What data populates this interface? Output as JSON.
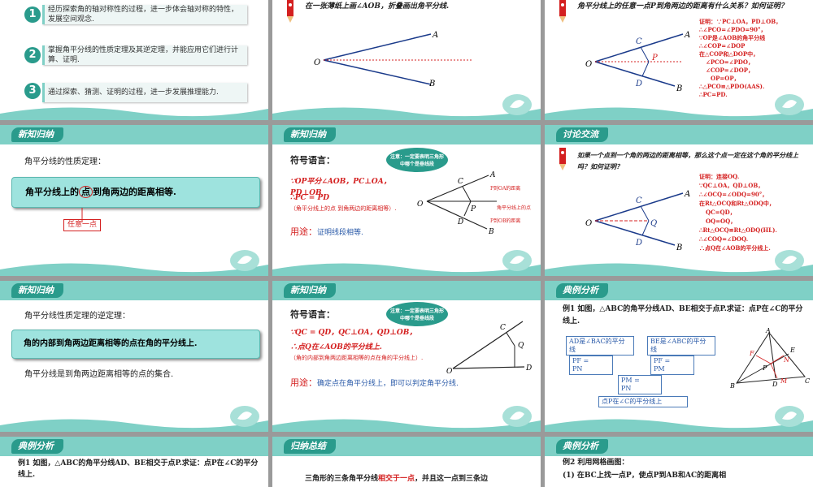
{
  "slides": {
    "s1": {
      "goals": [
        {
          "num": "1",
          "text": "经历探索角的轴对称性的过程，进一步体会轴对称的特性，发展空间观念."
        },
        {
          "num": "2",
          "text": "掌握角平分线的性质定理及其逆定理，并能应用它们进行计算、证明."
        },
        {
          "num": "3",
          "text": "通过探索、猜测、证明的过程，进一步发展推理能力."
        }
      ]
    },
    "s2": {
      "instruction": "在一张薄纸上画∠AOB，折叠画出角平分线.",
      "labels": {
        "O": "O",
        "A": "A",
        "B": "B"
      }
    },
    "s3": {
      "question": "角平分线上的任意一点P到角两边的距离有什么关系？如何证明？",
      "proof": [
        "证明：∵PC⊥OA，PD⊥OB，",
        "∴∠PCO=∠PDO=90°，",
        "∵OP是∠AOB的角平分线",
        "∴∠COP=∠DOP",
        "在△COP和△DOP中，",
        "∠PCO=∠PDO，",
        "∠COP=∠DOP，",
        "OP=OP，",
        "∴△PCO≌△PDO(AAS).",
        "∴PC=PD."
      ],
      "labels": {
        "O": "O",
        "A": "A",
        "B": "B",
        "C": "C",
        "D": "D",
        "P": "P"
      }
    },
    "s4": {
      "tag": "新知归纳",
      "heading": "角平分线的性质定理：",
      "theorem_parts": [
        "角平分线上的",
        "点",
        "到角两边的距离相等."
      ],
      "note": "任意一点"
    },
    "s5": {
      "tag": "新知归纳",
      "heading": "符号语言：",
      "note": "注意：一定要表明三角形中哪个是垂线段",
      "line1": "∵OP平分∠AOB，PC⊥OA，PD⊥OB",
      "line2": "∴PC = PD",
      "line3": "（角平分线上的点 到角两边的距离相等）.",
      "use_label": "用途：",
      "use_text": "证明线段相等.",
      "annot1": "P到OA的距离",
      "annot2": "角平分线上的点",
      "annot3": "P到OB的距离",
      "labels": {
        "O": "O",
        "A": "A",
        "B": "B",
        "C": "C",
        "D": "D",
        "P": "P"
      }
    },
    "s6": {
      "tag": "讨论交流",
      "question": "如果一个点到一个角的两边的距离相等，那么这个点一定在这个角的平分线上吗？如何证明？",
      "proof": [
        "证明：连接OQ.",
        "∵QC⊥OA，QD⊥OB，",
        "∴∠OCQ=∠ODQ=90°，",
        "在Rt△OCQ和Rt△ODQ中，",
        "QC=QD，",
        "OQ=OQ，",
        "∴Rt△OCQ≌Rt△ODQ(HL).",
        "∴∠COQ=∠DOQ.",
        "∴点Q在∠AOB的平分线上."
      ],
      "labels": {
        "O": "O",
        "A": "A",
        "B": "B",
        "C": "C",
        "D": "D",
        "Q": "Q"
      }
    },
    "s7": {
      "tag": "新知归纳",
      "heading": "角平分线性质定理的逆定理：",
      "theorem": "角的内部到角两边距离相等的点在角的平分线上.",
      "footer": "角平分线是到角两边距离相等的点的集合."
    },
    "s8": {
      "tag": "新知归纳",
      "heading": "符号语言：",
      "note": "注意：一定要表明三角形中哪个是垂线段",
      "line1": "∵QC = QD，QC⊥OA，QD⊥OB，",
      "line2": "∴点Q在∠AOB的平分线上.",
      "line3": "（角的内部到角两边距离相等的点在角的平分线上）.",
      "use_label": "用途：",
      "use_text": "确定点在角平分线上，即可以判定角平分线.",
      "labels": {
        "O": "O",
        "C": "C",
        "D": "D",
        "Q": "Q"
      }
    },
    "s9": {
      "tag": "典例分析",
      "problem": "例1 如图，△ABC的角平分线AD、BE相交于点P.求证：点P在∠C的平分线上.",
      "flow": [
        "AD是∠BAC的平分线",
        "BE是∠ABC的平分线",
        "PF =",
        "PN",
        "PF =",
        "PM",
        "PM =",
        "PN",
        "点P在∠C的平分线上"
      ],
      "labels": {
        "A": "A",
        "B": "B",
        "C": "C",
        "D": "D",
        "E": "E",
        "F": "F",
        "M": "M",
        "N": "N",
        "P": "P"
      }
    },
    "s10": {
      "tag": "典例分析",
      "problem": "例1 如图，△ABC的角平分线AD、BE相交于点P.求证：点P在∠C的平分线上."
    },
    "s11": {
      "tag": "归纳总结",
      "text_a": "三角形的三条角平分线",
      "text_b": "相交于一点",
      "text_c": "，并且这一点到三条边"
    },
    "s12": {
      "tag": "典例分析",
      "title": "例2 利用网格画图：",
      "item": "(1) 在BC上找一点P，使点P到AB和AC的距离相"
    }
  }
}
